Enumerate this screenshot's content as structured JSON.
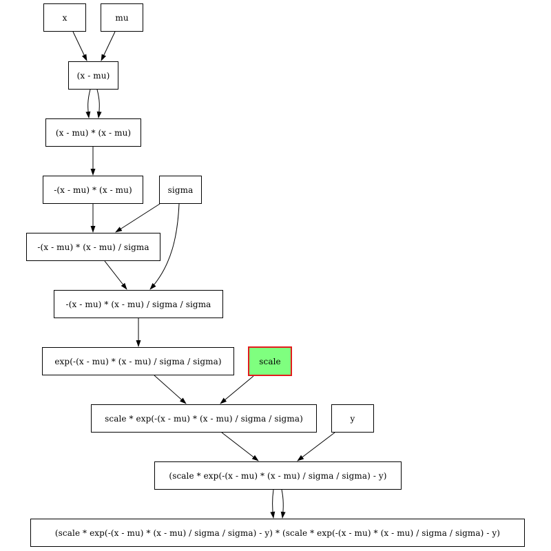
{
  "nodes": {
    "x": "x",
    "mu": "mu",
    "sub": "(x - mu)",
    "square": "(x - mu) * (x - mu)",
    "neg": "-(x - mu) * (x - mu)",
    "sigma": "sigma",
    "div1": "-(x - mu) * (x - mu) / sigma",
    "div2": "-(x - mu) * (x - mu) / sigma / sigma",
    "exp": "exp(-(x - mu) * (x - mu) / sigma / sigma)",
    "scale": "scale",
    "scaled": "scale * exp(-(x - mu) * (x - mu) / sigma / sigma)",
    "y": "y",
    "residual": "(scale * exp(-(x - mu) * (x - mu) / sigma / sigma) - y)",
    "loss": "(scale * exp(-(x - mu) * (x - mu) / sigma / sigma) - y) * (scale * exp(-(x - mu) * (x - mu) / sigma / sigma) - y)"
  },
  "highlighted_node": "scale",
  "colors": {
    "highlight_fill": "#7fff7f",
    "highlight_border": "#e31a1c",
    "edge": "#000000"
  },
  "edges": [
    [
      "x",
      "sub"
    ],
    [
      "mu",
      "sub"
    ],
    [
      "sub",
      "square"
    ],
    [
      "sub",
      "square"
    ],
    [
      "square",
      "neg"
    ],
    [
      "neg",
      "div1"
    ],
    [
      "sigma",
      "div1"
    ],
    [
      "div1",
      "div2"
    ],
    [
      "sigma",
      "div2"
    ],
    [
      "div2",
      "exp"
    ],
    [
      "exp",
      "scaled"
    ],
    [
      "scale",
      "scaled"
    ],
    [
      "scaled",
      "residual"
    ],
    [
      "y",
      "residual"
    ],
    [
      "residual",
      "loss"
    ],
    [
      "residual",
      "loss"
    ]
  ]
}
